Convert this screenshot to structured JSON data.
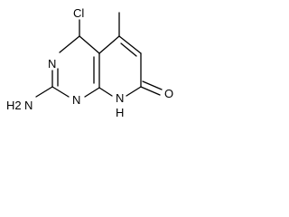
{
  "molecule": {
    "atoms": {
      "cl": "Cl",
      "n_top": "N",
      "n_bottom": "N",
      "n_ring_nh": "N",
      "h_ring": "H",
      "o": "O",
      "n_amino": "N",
      "h2": "H2"
    }
  },
  "colors": {
    "background": "#ffffff",
    "ink": "#000000"
  }
}
